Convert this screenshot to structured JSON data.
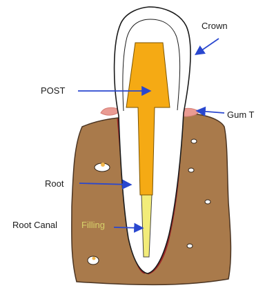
{
  "labels": {
    "crown": "Crown",
    "post": "POST",
    "gum": "Gum T",
    "root": "Root",
    "root_canal_prefix": "Root Canal",
    "root_canal_suffix": "Filling"
  },
  "colors": {
    "bone": "#a97a4b",
    "bone_outline": "#4a3422",
    "post": "#f5aa14",
    "canal_filling": "#f2ec79",
    "gum": "#e99b93",
    "root_edge": "#9b2525",
    "arrow": "#2947cf",
    "tooth": "#ffffff",
    "outline": "#1a1a1a"
  }
}
